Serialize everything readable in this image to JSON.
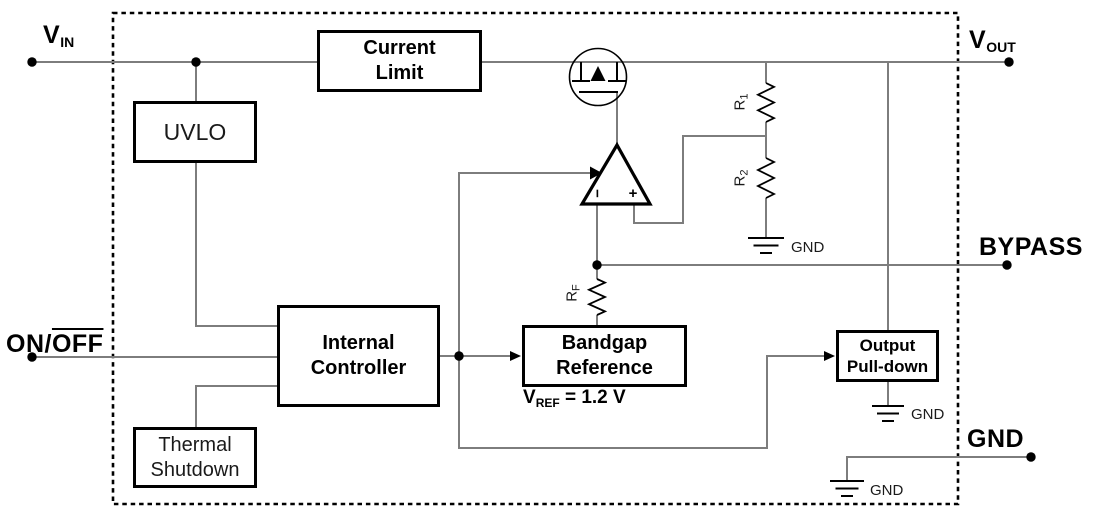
{
  "pins": {
    "vin": {
      "main": "V",
      "sub": "IN"
    },
    "vout": {
      "main": "V",
      "sub": "OUT"
    },
    "bypass": {
      "label": "BYPASS"
    },
    "gnd": {
      "label": "GND"
    },
    "onoff": {
      "prefix": "ON/",
      "overlined": "OFF"
    }
  },
  "blocks": {
    "current_limit": {
      "line1": "Current",
      "line2": "Limit"
    },
    "uvlo": {
      "label": "UVLO"
    },
    "internal_controller": {
      "line1": "Internal",
      "line2": "Controller"
    },
    "thermal_shutdown": {
      "line1": "Thermal",
      "line2": "Shutdown"
    },
    "bandgap_reference": {
      "line1": "Bandgap",
      "line2": "Reference"
    },
    "output_pulldown": {
      "line1": "Output",
      "line2": "Pull-down"
    }
  },
  "components": {
    "error_amplifier": {
      "inverting": "−",
      "non_inverting": "+"
    },
    "r1": {
      "main": "R",
      "sub": "1"
    },
    "r2": {
      "main": "R",
      "sub": "2"
    },
    "rf": {
      "main": "R",
      "sub": "F"
    },
    "vref": {
      "main": "V",
      "sub": "REF",
      "value": " = 1.2 V"
    }
  },
  "ground_labels": {
    "divider": "GND",
    "pulldown": "GND",
    "pin": "GND"
  },
  "colors": {
    "wire": "#7d7d7d",
    "ink": "#000000",
    "background": "#ffffff"
  }
}
